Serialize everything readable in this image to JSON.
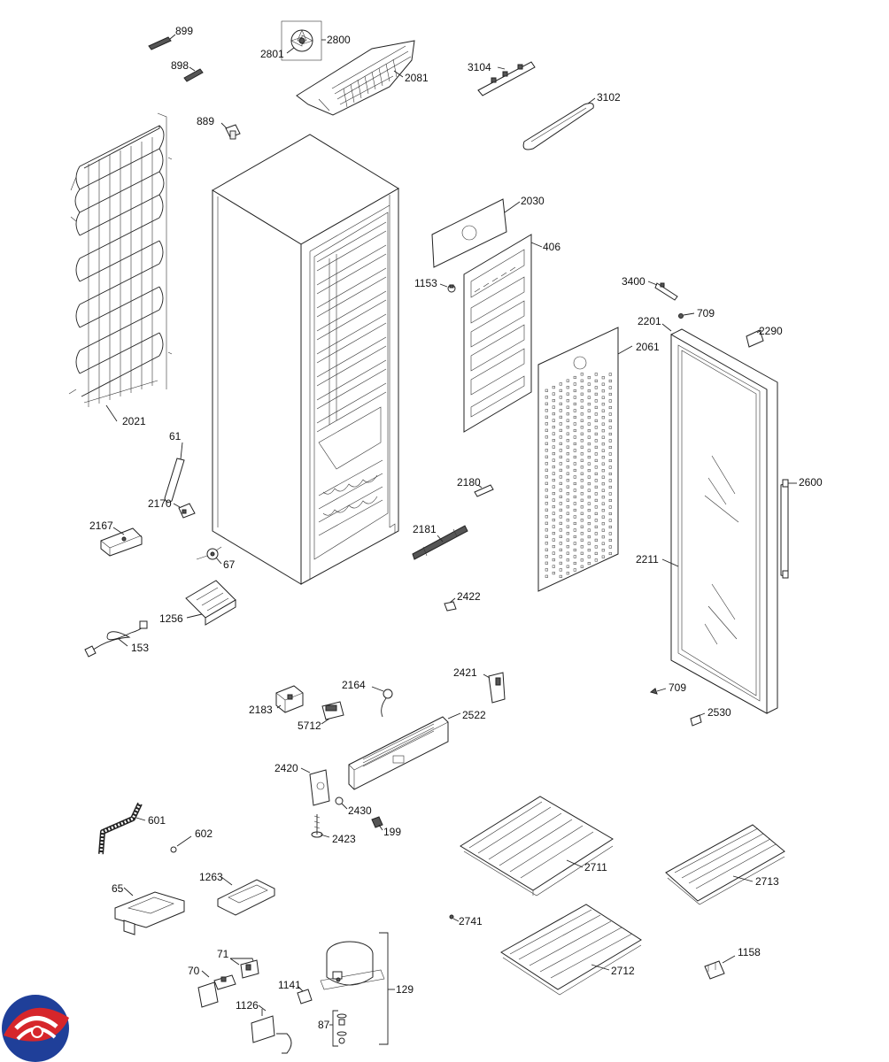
{
  "callouts": {
    "c899": "899",
    "c898": "898",
    "c2800": "2800",
    "c2801": "2801",
    "c2081": "2081",
    "c3104": "3104",
    "c3102": "3102",
    "c889": "889",
    "c2030": "2030",
    "c406": "406",
    "c1153": "1153",
    "c3400": "3400",
    "c709a": "709",
    "c2201": "2201",
    "c2290": "2290",
    "c2061": "2061",
    "c2021": "2021",
    "c61": "61",
    "c2180": "2180",
    "c2600": "2600",
    "c2170": "2170",
    "c2167": "2167",
    "c2181": "2181",
    "c67": "67",
    "c2211": "2211",
    "c2422": "2422",
    "c1256": "1256",
    "c153": "153",
    "c2421": "2421",
    "c2164": "2164",
    "c709b": "709",
    "c2183": "2183",
    "c2530": "2530",
    "c5712": "5712",
    "c2522": "2522",
    "c2420": "2420",
    "c2430": "2430",
    "c601": "601",
    "c199": "199",
    "c602": "602",
    "c2423": "2423",
    "c2711": "2711",
    "c2713": "2713",
    "c65": "65",
    "c1263": "1263",
    "c2741": "2741",
    "c71": "71",
    "c1158": "1158",
    "c70": "70",
    "c2712": "2712",
    "c1141": "1141",
    "c129": "129",
    "c1126": "1126",
    "c87": "87"
  },
  "logo": {
    "name": "brand-logo",
    "colors": [
      "#1f3f99",
      "#d6262b"
    ]
  }
}
